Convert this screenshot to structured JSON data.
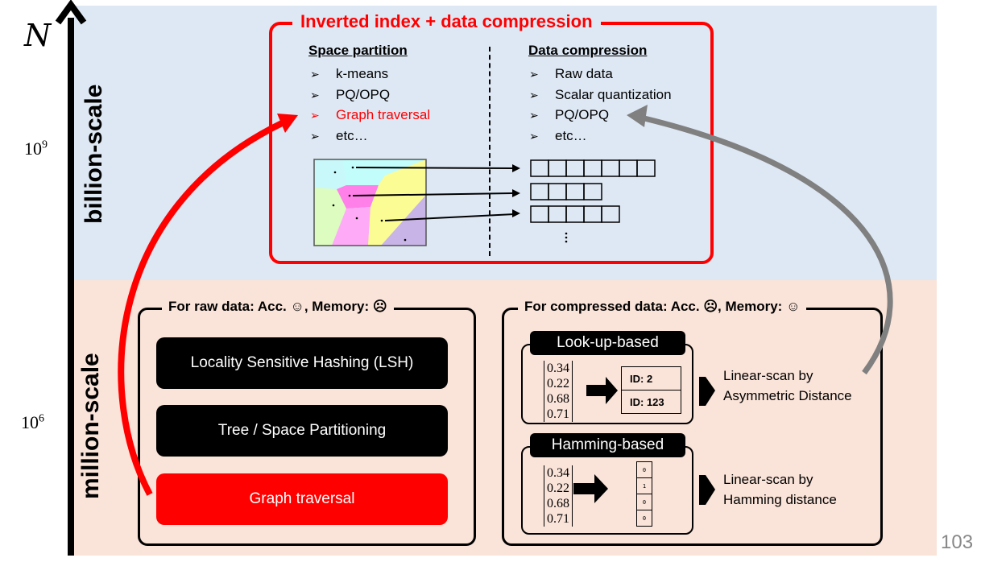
{
  "axis": {
    "label": "N",
    "ticks": [
      {
        "label": "10",
        "exp": "9"
      },
      {
        "label": "10",
        "exp": "6"
      }
    ]
  },
  "regions": {
    "billion": {
      "label": "billion-scale",
      "color": "#dee8f4"
    },
    "million": {
      "label": "million-scale",
      "color": "#fae3d8"
    }
  },
  "inverted_index": {
    "title": "Inverted index + data compression",
    "accent": "#ff0000",
    "space_partition": {
      "heading": "Space partition",
      "items": [
        {
          "text": "k-means",
          "highlight": false
        },
        {
          "text": "PQ/OPQ",
          "highlight": false
        },
        {
          "text": "Graph traversal",
          "highlight": true
        },
        {
          "text": "etc…",
          "highlight": false
        }
      ]
    },
    "data_compression": {
      "heading": "Data compression",
      "items": [
        {
          "text": "Raw data"
        },
        {
          "text": "Scalar quantization"
        },
        {
          "text": "PQ/OPQ"
        },
        {
          "text": "etc…"
        }
      ]
    },
    "posting_lists": [
      7,
      4,
      5
    ],
    "ellipsis": "⋮"
  },
  "raw_data": {
    "title": "For raw data: Acc. ☺, Memory: ☹",
    "methods": [
      {
        "label": "Locality Sensitive Hashing (LSH)",
        "color": "#000000"
      },
      {
        "label": "Tree / Space Partitioning",
        "color": "#000000"
      },
      {
        "label": "Graph traversal",
        "color": "#ff0000"
      }
    ]
  },
  "compressed_data": {
    "title": "For compressed data: Acc. ☹, Memory: ☺",
    "lookup": {
      "title": "Look-up-based",
      "vector": [
        "0.34",
        "0.22",
        "0.68",
        "0.71"
      ],
      "ids": [
        "ID: 2",
        "ID: 123"
      ],
      "scan_lines": [
        "Linear-scan by",
        "Asymmetric Distance"
      ]
    },
    "hamming": {
      "title": "Hamming-based",
      "vector": [
        "0.34",
        "0.22",
        "0.68",
        "0.71"
      ],
      "bits": [
        "0",
        "1",
        "0",
        "0"
      ],
      "scan_lines": [
        "Linear-scan by",
        "Hamming distance"
      ]
    }
  },
  "arrows": {
    "red": "#ff0000",
    "gray": "#808080"
  },
  "page_number": "103"
}
